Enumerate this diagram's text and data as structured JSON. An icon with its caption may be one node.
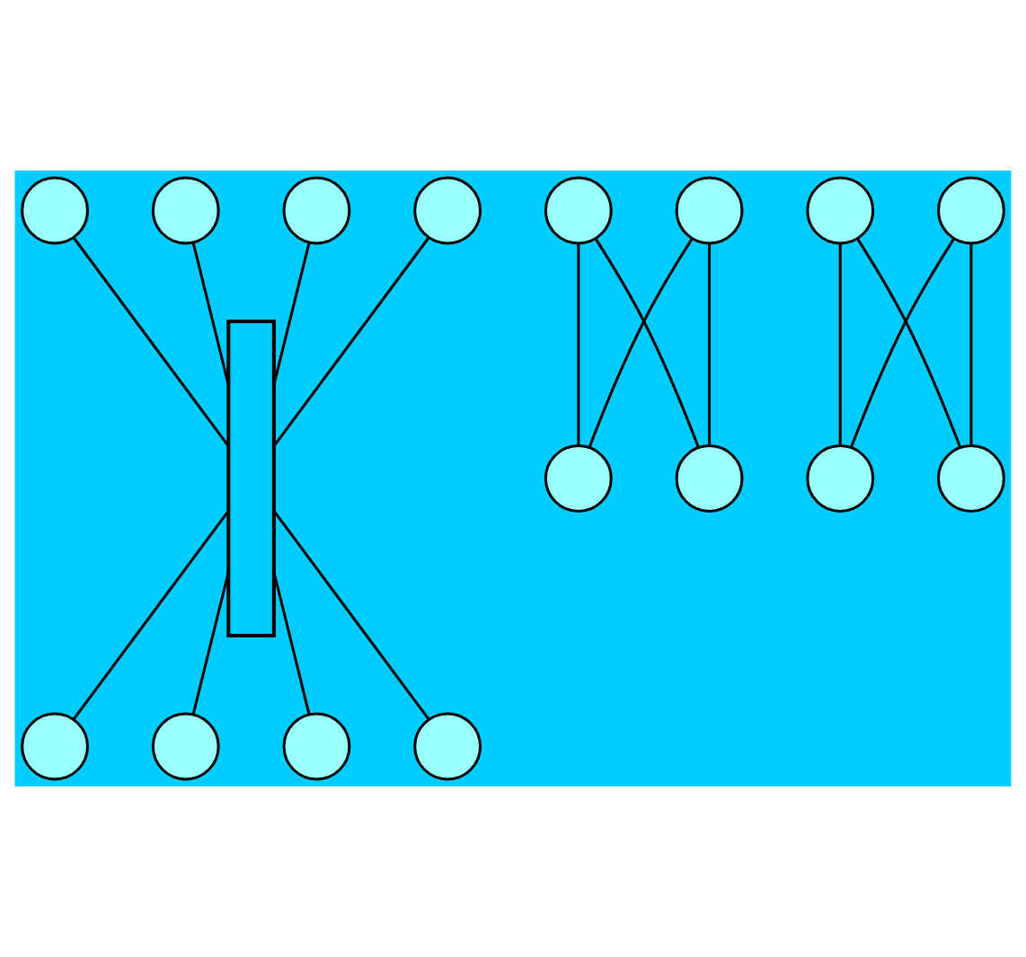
{
  "diagram": {
    "nodes": [
      {
        "text": [],
        "shape": "circle"
      },
      {
        "text": [],
        "shape": "circle"
      },
      {
        "text": [],
        "shape": "circle"
      },
      {
        "text": [],
        "shape": "circle"
      },
      {
        "text": [],
        "shape": "circle"
      },
      {
        "text": [],
        "shape": "circle"
      },
      {
        "text": [],
        "shape": "circle"
      },
      {
        "text": [],
        "shape": "circle"
      },
      {
        "text": [],
        "shape": "circle"
      },
      {
        "text": [],
        "shape": "circle"
      },
      {
        "text": [],
        "shape": "circle"
      },
      {
        "text": [],
        "shape": "circle"
      },
      {
        "text": [],
        "shape": "circle"
      },
      {
        "text": [],
        "shape": "circle"
      },
      {
        "text": [],
        "shape": "circle"
      },
      {
        "text": [],
        "shape": "circle"
      },
      {
        "text": [],
        "shape": "bar"
      }
    ],
    "edges": [
      {
        "from": 0,
        "to": 16,
        "arrow": "none"
      },
      {
        "from": 1,
        "to": 16,
        "arrow": "none"
      },
      {
        "from": 4,
        "to": 16,
        "arrow": "none"
      },
      {
        "from": 5,
        "to": 16,
        "arrow": "none"
      },
      {
        "from": 2,
        "to": 6,
        "arrow": "none"
      },
      {
        "from": 2,
        "to": 7,
        "arrow": "none"
      },
      {
        "from": 3,
        "to": 6,
        "arrow": "none"
      },
      {
        "from": 3,
        "to": 7,
        "arrow": "none"
      },
      {
        "from": 8,
        "to": 12,
        "arrow": "none"
      },
      {
        "from": 8,
        "to": 13,
        "arrow": "none"
      },
      {
        "from": 9,
        "to": 12,
        "arrow": "none"
      },
      {
        "from": 9,
        "to": 13,
        "arrow": "none"
      },
      {
        "from": 16,
        "to": 10,
        "arrow": "none"
      },
      {
        "from": 16,
        "to": 11,
        "arrow": "none"
      },
      {
        "from": 16,
        "to": 14,
        "arrow": "none"
      },
      {
        "from": 16,
        "to": 15,
        "arrow": "none"
      }
    ]
  }
}
